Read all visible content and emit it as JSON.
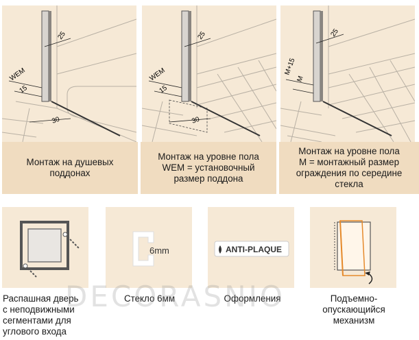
{
  "top_panels": [
    {
      "wem_label": "WEM",
      "dim_25": "25",
      "dim_15": "15",
      "dim_30": "30",
      "caption_lines": [
        "Монтаж на душевых",
        "поддонах"
      ]
    },
    {
      "wem_label": "WEM",
      "dim_25": "25",
      "dim_15": "15",
      "dim_30": "30",
      "caption_lines": [
        "Монтаж на уровне пола",
        "WEM = установочный",
        "размер поддона"
      ]
    },
    {
      "m15_label": "M+15",
      "m_label": "M",
      "dim_25": "25",
      "caption_lines": [
        "Монтаж на уровне пола",
        "M = монтажный размер",
        "ограждения по середине",
        "стекла"
      ]
    }
  ],
  "features": [
    {
      "icon": "hinged-door-icon",
      "label_lines": [
        "Распашная дверь",
        "с неподвижными",
        "сегментами для",
        "углового входа"
      ]
    },
    {
      "icon": "glass-thickness-icon",
      "icon_text": "6mm",
      "label_lines": [
        "Стекло 6мм"
      ]
    },
    {
      "icon": "anti-plaque-icon",
      "icon_text": "ANTI-PLAQUE",
      "label_lines": [
        "Оформления"
      ]
    },
    {
      "icon": "lift-lower-mechanism-icon",
      "label_lines": [
        "Подъемно-",
        "опускающийся",
        "механизм"
      ]
    }
  ],
  "watermark": "DECORASNIO",
  "colors": {
    "panel_bg": "#f6e9d6",
    "caption_bg": "#f0dcc0",
    "highlight": "#e1c8a6",
    "accent_orange": "#e58a2c"
  }
}
